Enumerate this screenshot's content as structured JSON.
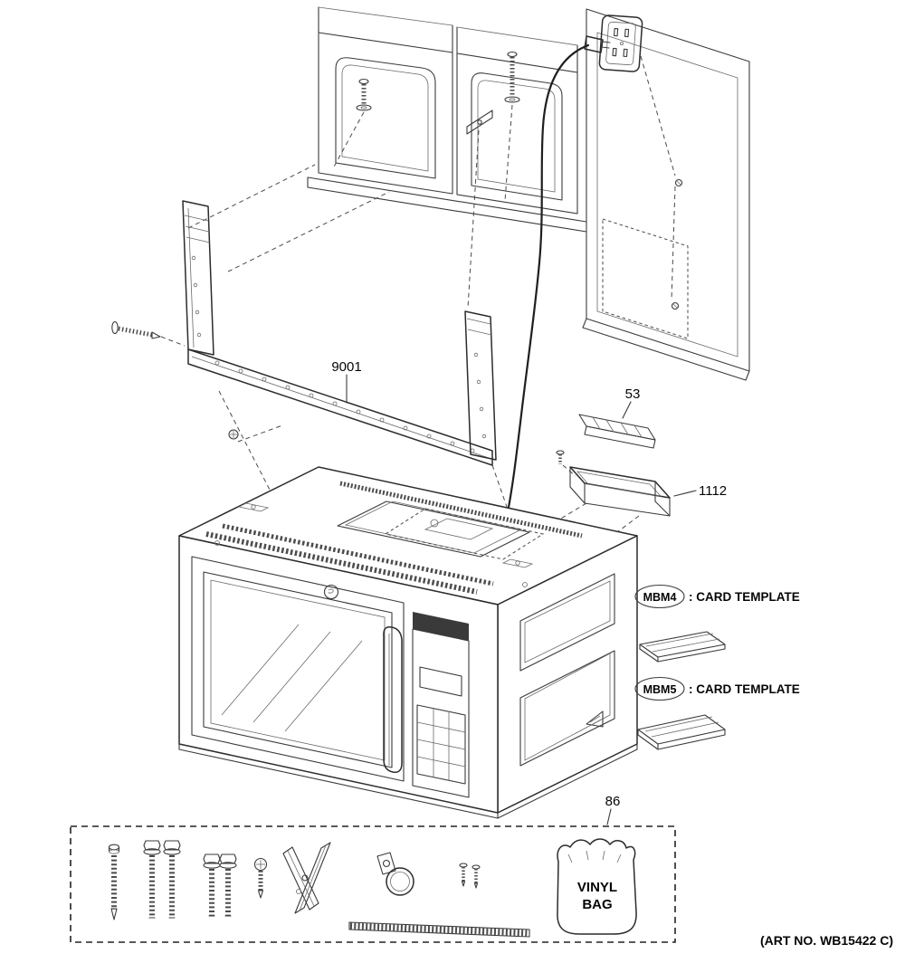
{
  "diagram": {
    "labels": {
      "mounting_plate": "9001",
      "deflector": "53",
      "filter_box": "1112",
      "hardware_kit": "86"
    },
    "cards": [
      {
        "code": "MBM4",
        "label": ": CARD TEMPLATE"
      },
      {
        "code": "MBM5",
        "label": ": CARD TEMPLATE"
      }
    ],
    "vinyl_bag": {
      "line1": "VINYL",
      "line2": "BAG"
    },
    "footer": "(ART NO. WB15422 C)"
  }
}
